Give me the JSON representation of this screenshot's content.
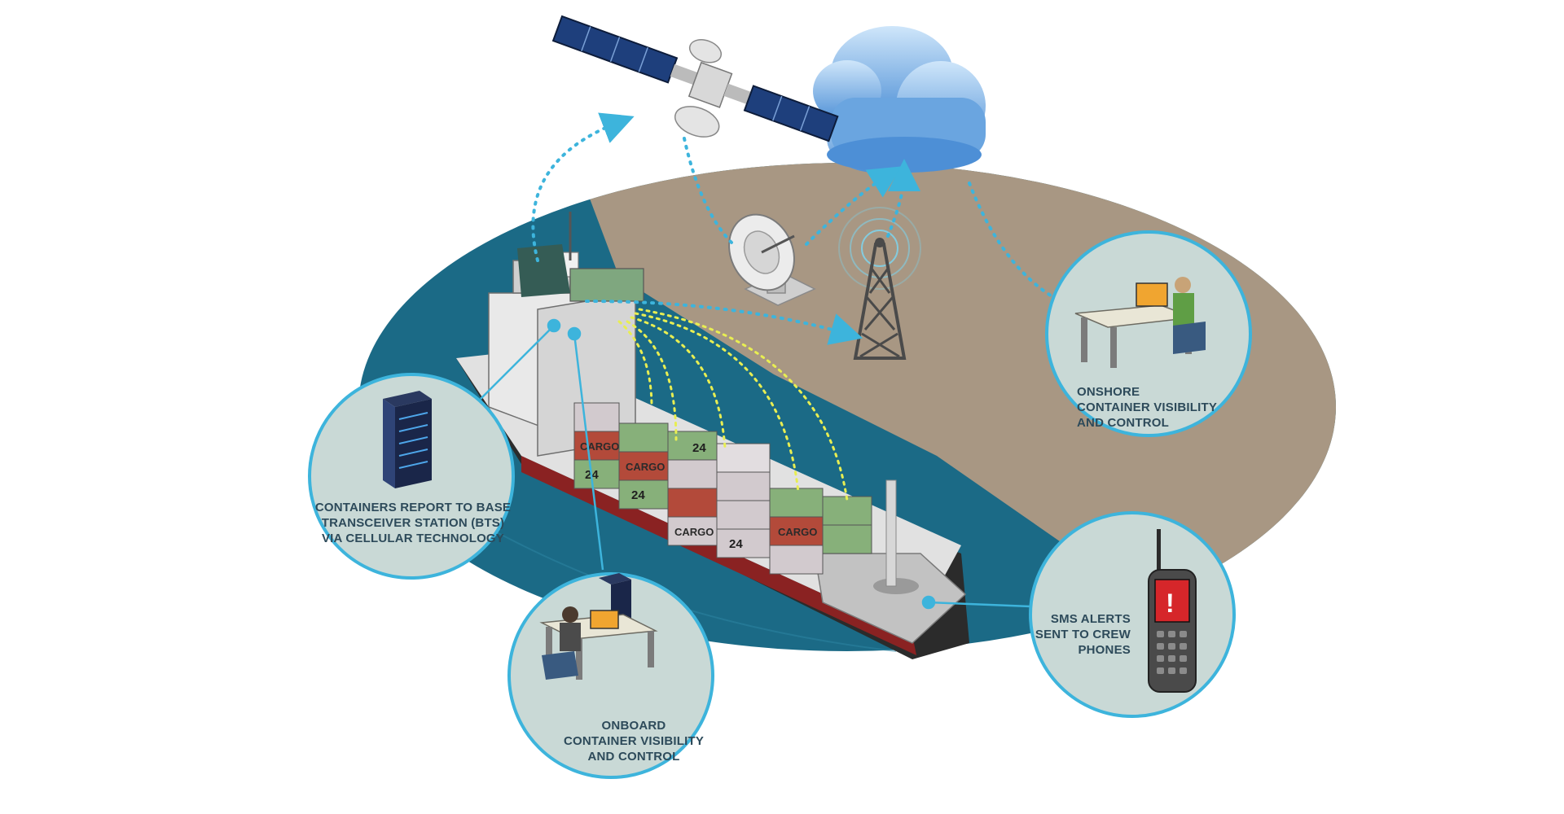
{
  "colors": {
    "sea": "#1b6a86",
    "land": "#a89783",
    "circle_fill": "#c9d9d6",
    "circle_stroke": "#3db4dc",
    "dotted_blue": "#3db4dc",
    "dotted_yellow": "#e8ee52",
    "label_text": "#2d4a5a"
  },
  "callouts": {
    "bts": {
      "icon": "server-rack-icon",
      "lines": [
        "CONTAINERS REPORT TO BASE",
        "TRANSCEIVER STATION (BTS)",
        "VIA CELLULAR TECHNOLOGY"
      ]
    },
    "onboard": {
      "icon": "operator-desk-icon",
      "lines": [
        "ONBOARD",
        "CONTAINER VISIBILITY",
        "AND CONTROL"
      ]
    },
    "onshore": {
      "icon": "operator-desk-icon",
      "lines": [
        "ONSHORE",
        "CONTAINER VISIBILITY",
        "AND CONTROL"
      ]
    },
    "sms": {
      "icon": "crew-phone-icon",
      "lines": [
        "SMS ALERTS",
        "SENT TO CREW",
        "PHONES"
      ]
    }
  },
  "elements": {
    "satellite": "satellite-icon",
    "cloud": "cloud-icon",
    "dish": "satellite-dish-icon",
    "tower": "cell-tower-icon",
    "ship": "container-ship"
  },
  "container_labels": {
    "cargo": "CARGO",
    "number": "24"
  }
}
